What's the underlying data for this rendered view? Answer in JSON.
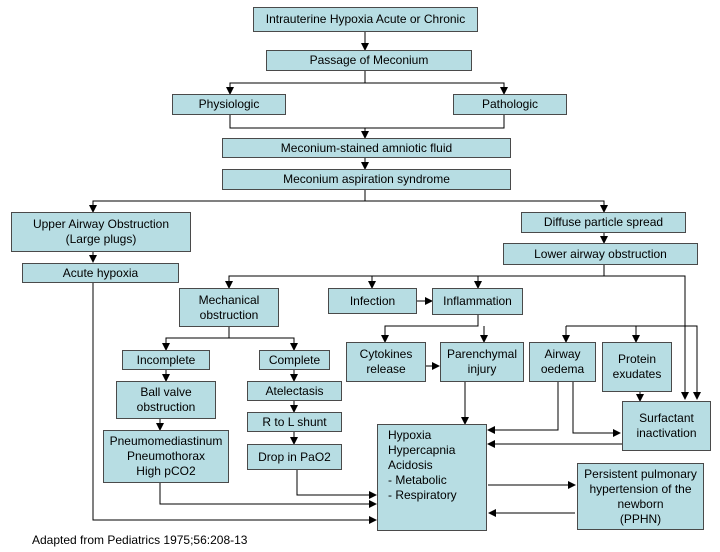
{
  "diagram": {
    "nodes": {
      "intrauterine": "Intrauterine Hypoxia Acute or Chronic",
      "passage": "Passage of Meconium",
      "physiologic": "Physiologic",
      "pathologic": "Pathologic",
      "msaf": "Meconium-stained amniotic fluid",
      "mas": "Meconium aspiration syndrome",
      "upper_airway": "Upper Airway Obstruction\n(Large plugs)",
      "acute_hypoxia": "Acute hypoxia",
      "diffuse": "Diffuse particle spread",
      "lower_airway": "Lower airway obstruction",
      "mechanical": "Mechanical\nobstruction",
      "infection": "Infection",
      "inflammation": "Inflammation",
      "incomplete": "Incomplete",
      "complete": "Complete",
      "ball_valve": "Ball valve\nobstruction",
      "atelectasis": "Atelectasis",
      "r_to_l": "R to L shunt",
      "drop_pao2": "Drop in PaO2",
      "pneumo": "Pneumomediastinum\nPneumothorax\nHigh pCO2",
      "cytokines": "Cytokines\nrelease",
      "parenchymal": "Parenchymal\ninjury",
      "airway_oedema": "Airway\noedema",
      "protein": "Protein\nexudates",
      "surfactant": "Surfactant\ninactivation",
      "hypoxia": "Hypoxia\nHypercapnia\nAcidosis\n - Metabolic\n - Respiratory",
      "pphn": "Persistent pulmonary\nhypertension of the\nnewborn\n(PPHN)"
    },
    "caption": "Adapted from Pediatrics 1975;56:208-13"
  }
}
